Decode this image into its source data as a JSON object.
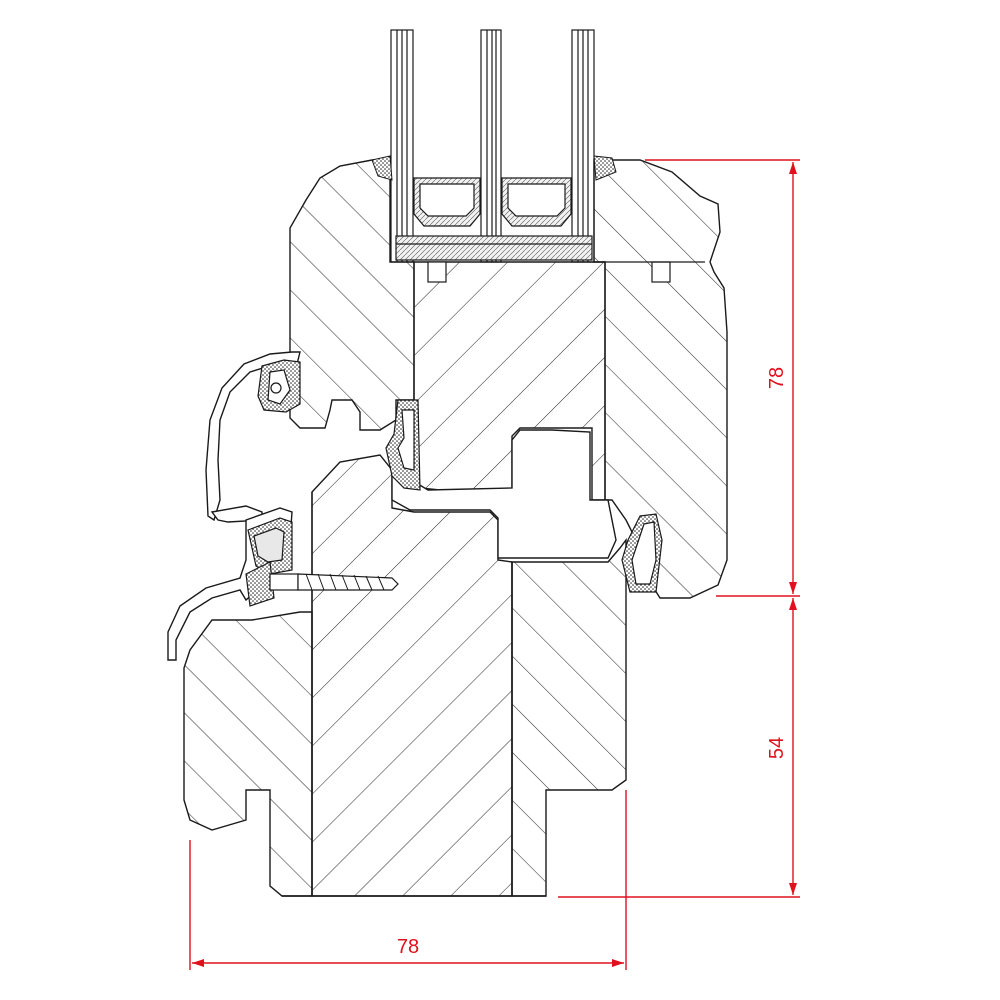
{
  "drawing": {
    "colors": {
      "line": "#1a1a1a",
      "dimension": "#e0101c",
      "hatch": "#333333",
      "background": "#ffffff"
    },
    "dimensions": {
      "sash_height": "78",
      "frame_height": "54",
      "frame_width": "78"
    }
  }
}
